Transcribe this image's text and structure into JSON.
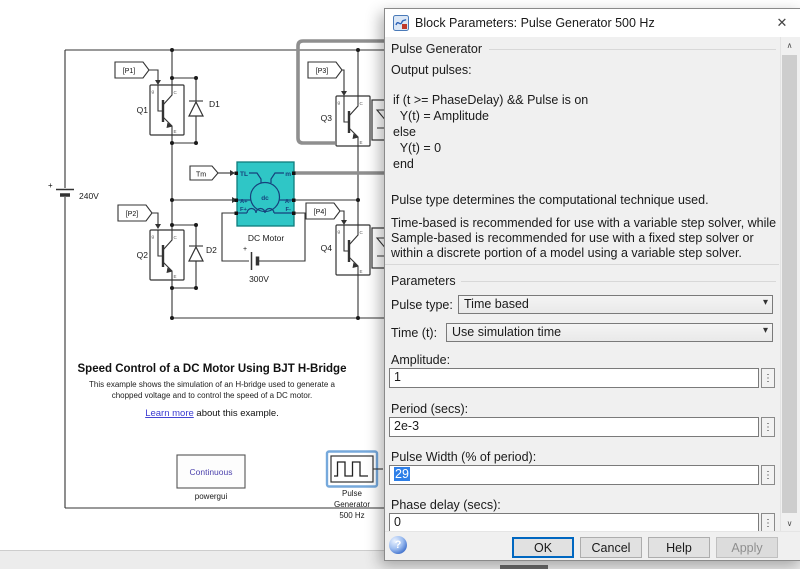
{
  "icons": {
    "close": "✕",
    "scroll_up": "∧",
    "scroll_down": "∨",
    "combo_arrow": "▾",
    "spinner_dots": "⋮",
    "help": "?"
  },
  "circuit": {
    "plus": "+",
    "port_c": "C",
    "port_e": "E",
    "port_g": "g",
    "tags": {
      "p1": "[P1]",
      "p2": "[P2]",
      "p3": "[P3]",
      "p4": "[P4]",
      "tm": "Tm"
    },
    "transistors": {
      "q1": "Q1",
      "q2": "Q2",
      "q3": "Q3",
      "q4": "Q4"
    },
    "diodes": {
      "d1": "D1",
      "d2": "D2"
    },
    "sources": {
      "v240": "240V",
      "v300": "300V"
    },
    "motor": {
      "label": "DC Motor",
      "tl": "TL",
      "m": "m",
      "aplus": "A+",
      "aminus": "A-",
      "fplus": "F+",
      "fminus": "F-",
      "dc": "dc"
    },
    "annotation": {
      "title": "Speed Control of a DC Motor Using BJT H-Bridge",
      "desc1": "This example shows the simulation of an H-bridge used to generate a",
      "desc2": "chopped voltage and to control the speed of a DC motor.",
      "link": "Learn more",
      "link_rest": " about this example."
    },
    "powergui": {
      "text": "Continuous",
      "label": "powergui"
    },
    "pulse_gen": {
      "label1": "Pulse",
      "label2": "Generator",
      "label3": "500 Hz"
    }
  },
  "dialog": {
    "title": "Block Parameters: Pulse Generator 500 Hz",
    "section_header": "Pulse Generator",
    "output_pulses": "Output pulses:",
    "code_lines": [
      "if (t >= PhaseDelay) && Pulse is on",
      "  Y(t) = Amplitude",
      "else",
      "  Y(t) = 0",
      "end"
    ],
    "desc_pulse_type": "Pulse type determines the computational technique used.",
    "desc_lines": [
      "Time-based is recommended for use with a variable step solver, while",
      "Sample-based is recommended for use with a fixed step solver or",
      "within a discrete portion of a model using a variable step solver."
    ],
    "params_header": "Parameters",
    "fields": {
      "pulse_type": {
        "label": "Pulse type:",
        "value": "Time based"
      },
      "time": {
        "label": "Time (t):",
        "value": "Use simulation time"
      },
      "amplitude": {
        "label": "Amplitude:",
        "value": "1"
      },
      "period": {
        "label": "Period (secs):",
        "value": "2e-3"
      },
      "pulse_width": {
        "label": "Pulse Width (% of period):",
        "value": "29"
      },
      "phase_delay": {
        "label": "Phase delay (secs):",
        "value": "0"
      }
    },
    "buttons": {
      "ok": "OK",
      "cancel": "Cancel",
      "help": "Help",
      "apply": "Apply"
    }
  }
}
